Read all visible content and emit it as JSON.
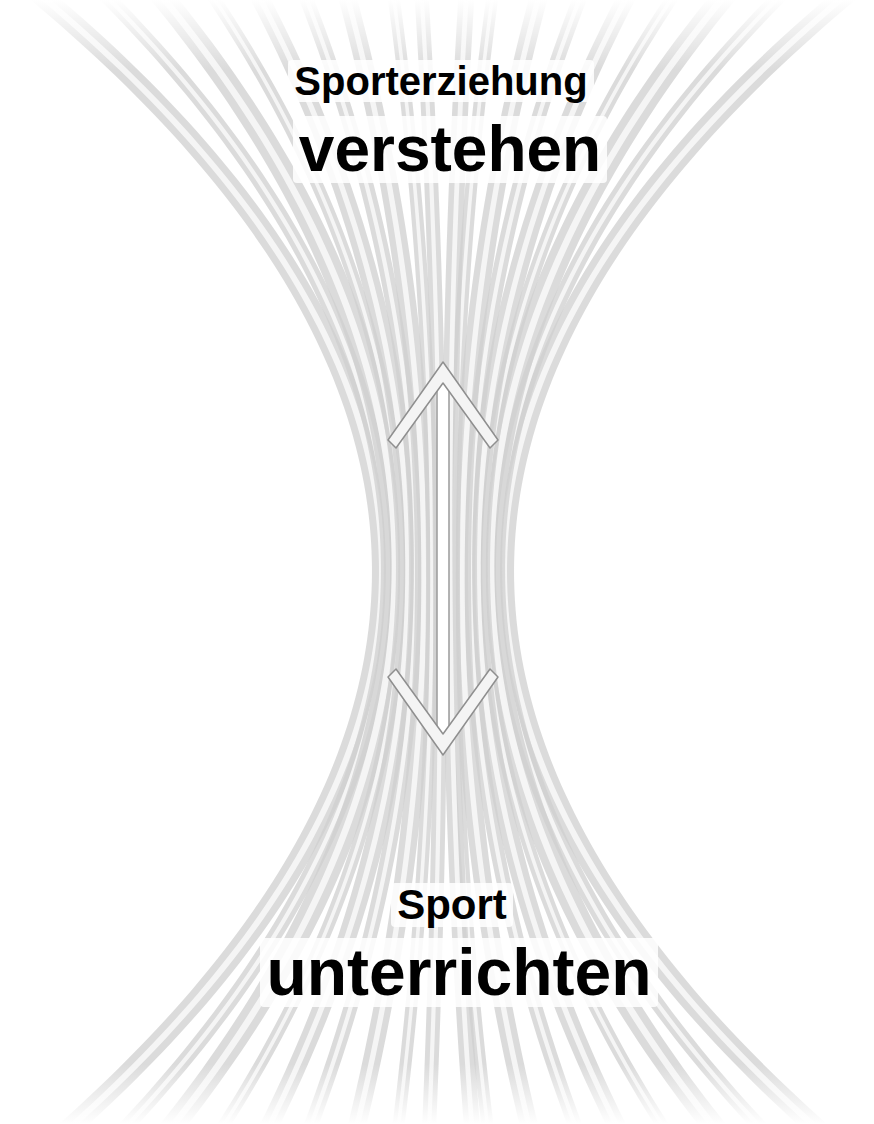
{
  "diagram": {
    "labels": [
      "Sporterziehung",
      "verstehen",
      "Sport",
      "unterrichten"
    ]
  }
}
